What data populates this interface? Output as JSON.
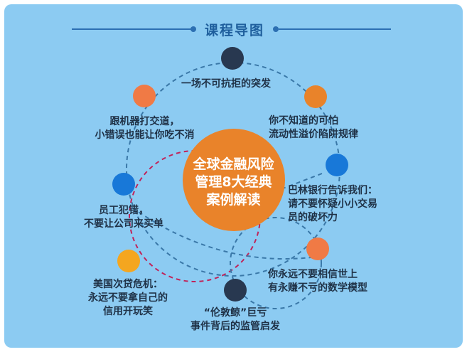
{
  "header": {
    "title": "课程导图"
  },
  "center": {
    "lines": [
      "全球金融风险",
      "管理8大经典",
      "案例解读"
    ]
  },
  "nodes": [
    {
      "label": [
        "一场不可抗拒的突发"
      ],
      "color": "#283850",
      "icon": "node-dot"
    },
    {
      "label": [
        "你不知道的可怕",
        "流动性溢价陷阱规律"
      ],
      "color": "#e9832a",
      "icon": "node-dot"
    },
    {
      "label": [
        "巴林银行告诉我们：",
        "请不要怀疑小小交易",
        "员的破坏力"
      ],
      "color": "#1878d8",
      "icon": "node-dot"
    },
    {
      "label": [
        "你永远不要相信世上",
        "有永赚不亏的数学模型"
      ],
      "color": "#f07a45",
      "icon": "node-dot"
    },
    {
      "label": [
        "“伦敦鲸”巨亏",
        "事件背后的监管启发"
      ],
      "color": "#283850",
      "icon": "node-dot"
    },
    {
      "label": [
        "美国次贷危机：",
        "永远不要拿自己的",
        "信用开玩笑"
      ],
      "color": "#f4a620",
      "icon": "node-dot"
    },
    {
      "label": [
        "员工犯错，",
        "不要让公司来买单"
      ],
      "color": "#1878d8",
      "icon": "node-dot"
    },
    {
      "label": [
        "跟机器打交道，",
        "小错误也能让你吃不消"
      ],
      "color": "#f07a45",
      "icon": "node-dot"
    }
  ],
  "colors": {
    "background": "#8ccbf2",
    "center_circle": "#e9832a",
    "orbit_line": "#3a78a8",
    "magenta_dash": "#c0245a",
    "title": "#1f5f9d"
  }
}
